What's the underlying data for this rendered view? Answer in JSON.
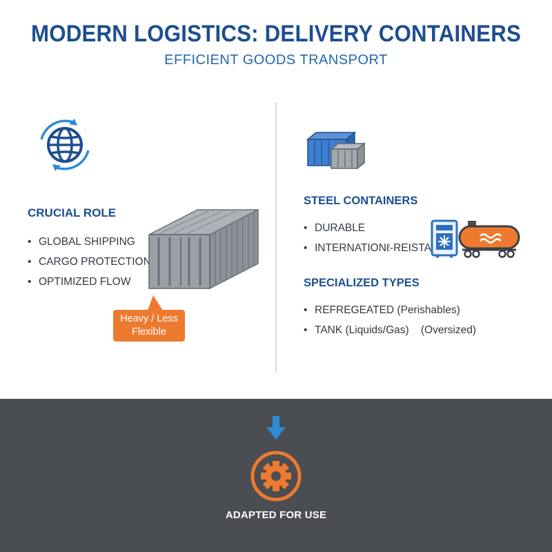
{
  "header": {
    "title": "MODERN LOGISTICS: DELIVERY CONTAINERS",
    "subtitle": "EFFICIENT GOODS TRANSPORT"
  },
  "left": {
    "icon": "globe-icon",
    "heading": "CRUCIAL ROLE",
    "bullets": [
      "GLOBAL SHIPPING",
      "CARGO PROTECTION",
      "OPTIMIZED FLOW"
    ],
    "container_icon": "shipping-container-icon",
    "callout": {
      "line1": "Heavy / Less",
      "line2": "Flexible",
      "color": "#ee7a30"
    }
  },
  "right": {
    "icon": "stacked-containers-icon",
    "steel_heading": "STEEL CONTAINERS",
    "steel_bullets": [
      "DURABLE",
      "INTERNATIONℓ-REISTANT"
    ],
    "reefer_icon": "refrigerated-container-icon",
    "tank_icon": "tank-container-icon",
    "specialized_heading": "SPECIALIZED TYPES",
    "specialized_bullets": [
      "REFRΕGEATED (Perishables)",
      "TANK (Liquids/Gas)    (Oversized)"
    ]
  },
  "footer": {
    "arrow_icon": "arrow-down-icon",
    "gear_icon": "gear-icon",
    "label": "ADAPTED FOR USE",
    "background": "#4a4d52"
  },
  "colors": {
    "primary_blue": "#1d4e8f",
    "accent_blue": "#2f8ad8",
    "accent_orange": "#ee7a30"
  }
}
